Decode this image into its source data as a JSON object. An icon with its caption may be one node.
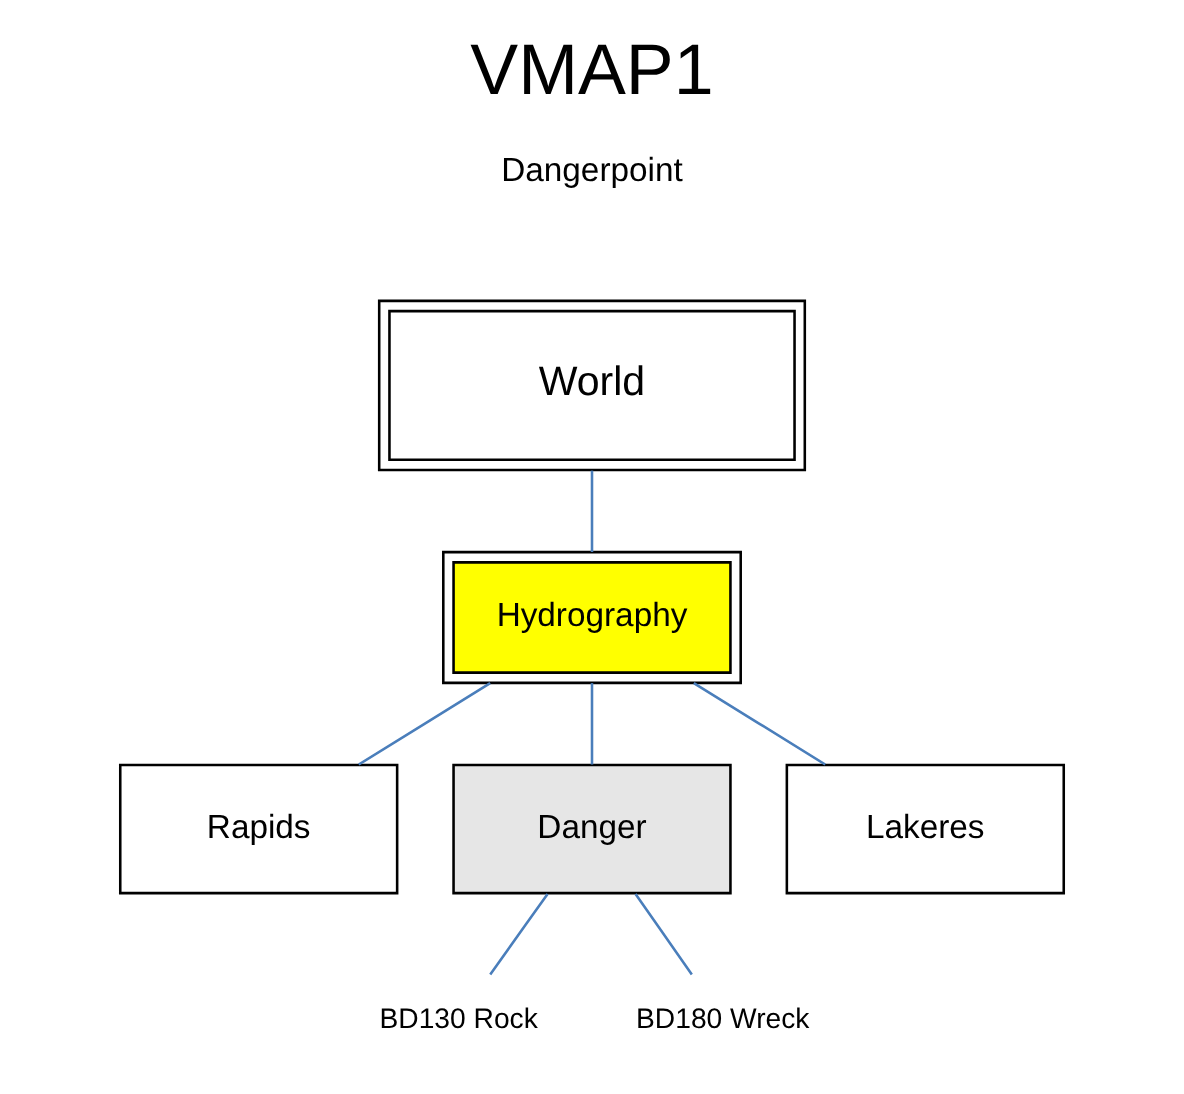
{
  "diagram": {
    "title": "VMAP1",
    "nodes": [
      {
        "text": [
          "World"
        ]
      },
      {
        "text": [
          "Hydrography"
        ]
      },
      {
        "text": [
          "Rapids"
        ]
      },
      {
        "text": [
          "Danger"
        ]
      },
      {
        "text": [
          "Lakeres"
        ]
      },
      {
        "text": [
          "BD130 Rock"
        ]
      },
      {
        "text": [
          "BD180 Wreck"
        ]
      }
    ],
    "edges": [
      {
        "from": 0,
        "to": 1,
        "arrow": "none"
      },
      {
        "from": 1,
        "to": 2,
        "arrow": "none"
      },
      {
        "from": 1,
        "to": 3,
        "arrow": "none"
      },
      {
        "from": 1,
        "to": 4,
        "arrow": "none"
      },
      {
        "from": 3,
        "to": 5,
        "arrow": "none"
      },
      {
        "from": 3,
        "to": 6,
        "arrow": "none"
      }
    ],
    "labels": [
      "Dangerpoint"
    ]
  }
}
